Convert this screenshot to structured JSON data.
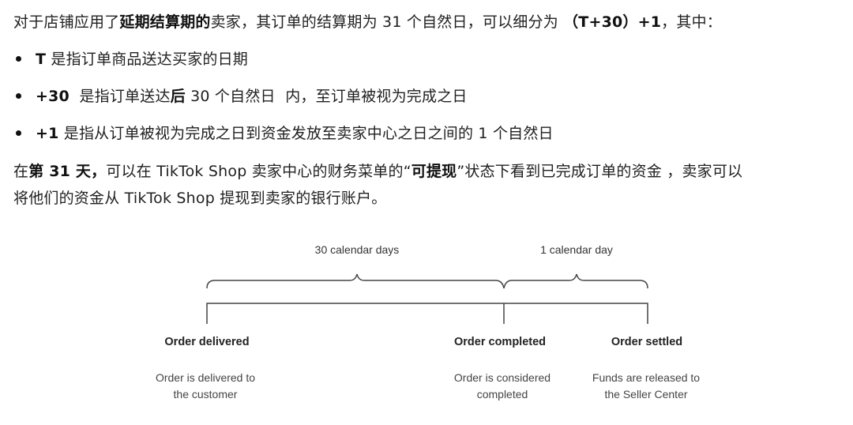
{
  "document": {
    "intro": {
      "pre": "对于店铺应用了",
      "bold1": "延期结算期的",
      "mid": "卖家，其订单的结算期为 31 个自然日，可以细分为 ",
      "bold2": "（T+30）+1",
      "post": "，其中："
    },
    "bullets": [
      {
        "bold": "T",
        "text": " 是指订单商品送达买家的日期"
      },
      {
        "bold": "+30",
        "text_a": "  是指订单送达",
        "bold_b": "后",
        "text_c": " 30 个自然日  内，至订单被视为完成之日"
      },
      {
        "bold": "+1",
        "text": " 是指从订单被视为完成之日到资金发放至卖家中心之日之间的 1 个自然日"
      }
    ],
    "closing": {
      "pre": "在",
      "bold1": "第 31 天，",
      "mid": "可以在 TikTok Shop 卖家中心的财务菜单的“",
      "bold2": "可提现",
      "post": "”状态下看到已完成订单的资金 ，卖家可以",
      "line2": "将他们的资金从 TikTok Shop 提现到卖家的银行账户。"
    }
  },
  "diagram": {
    "spans": [
      {
        "label": "30  calendar days"
      },
      {
        "label": "1 calendar day"
      }
    ],
    "milestones": [
      {
        "title": "Order delivered",
        "desc_line1": "Order is delivered to",
        "desc_line2": "the customer"
      },
      {
        "title": "Order completed",
        "desc_line1": "Order is considered",
        "desc_line2": "completed"
      },
      {
        "title": "Order settled",
        "desc_line1": "Funds are released to",
        "desc_line2": "the Seller Center"
      }
    ],
    "line_color": "#444444"
  }
}
